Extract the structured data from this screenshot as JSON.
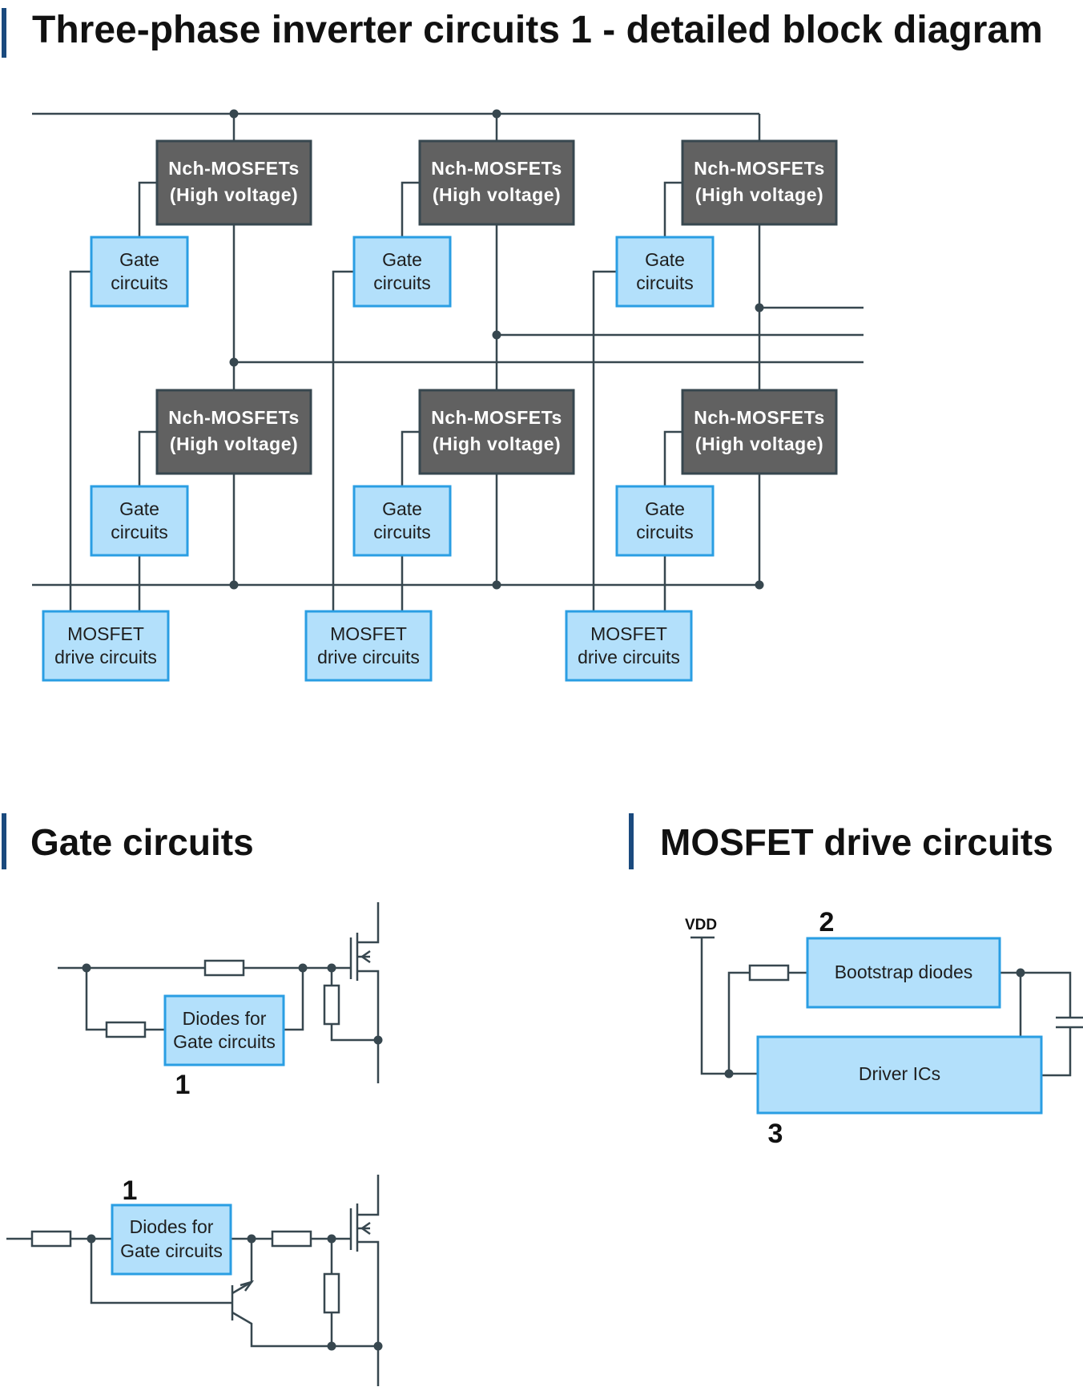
{
  "titles": {
    "main": "Three-phase inverter circuits 1 - detailed block diagram",
    "gate": "Gate circuits",
    "drive": "MOSFET drive circuits"
  },
  "block_diagram": {
    "mosfet_line1": "Nch-MOSFETs",
    "mosfet_line2": "(High voltage)",
    "gate_line1": "Gate",
    "gate_line2": "circuits",
    "drive_line1": "MOSFET",
    "drive_line2": "drive circuits"
  },
  "gate_section": {
    "diode_line1": "Diodes for",
    "diode_line2": "Gate circuits",
    "label_top": "1",
    "label_bottom": "1"
  },
  "drive_section": {
    "vdd": "VDD",
    "bootstrap": "Bootstrap diodes",
    "driver": "Driver ICs",
    "label_2": "2",
    "label_3": "3"
  },
  "colors": {
    "title_bar": "#1a4a7e",
    "mosfet_fill": "#616161",
    "circuit_fill": "#b3e0fb",
    "circuit_border": "#2a9ee3",
    "wire": "#37474f"
  }
}
